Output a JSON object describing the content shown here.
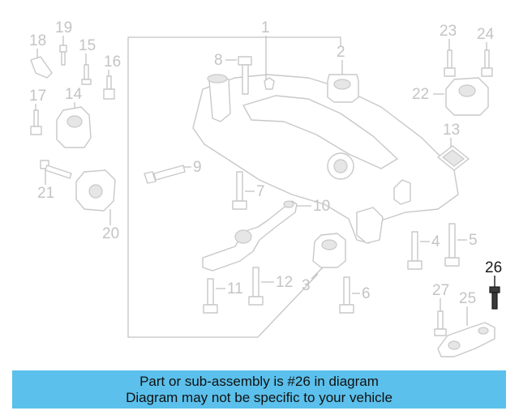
{
  "diagram": {
    "callouts": [
      "1",
      "2",
      "3",
      "4",
      "5",
      "6",
      "7",
      "8",
      "9",
      "10",
      "11",
      "12",
      "13",
      "14",
      "15",
      "16",
      "17",
      "18",
      "19",
      "20",
      "21",
      "22",
      "23",
      "24",
      "25",
      "26",
      "27"
    ],
    "highlighted": "26",
    "highlight_color": "#1a1a1a",
    "muted_color": "#c4c4c4"
  },
  "banner": {
    "line1": "Part or sub-assembly is #26 in diagram",
    "line2": "Diagram may not be specific to your vehicle",
    "background": "#5bc0eb"
  }
}
